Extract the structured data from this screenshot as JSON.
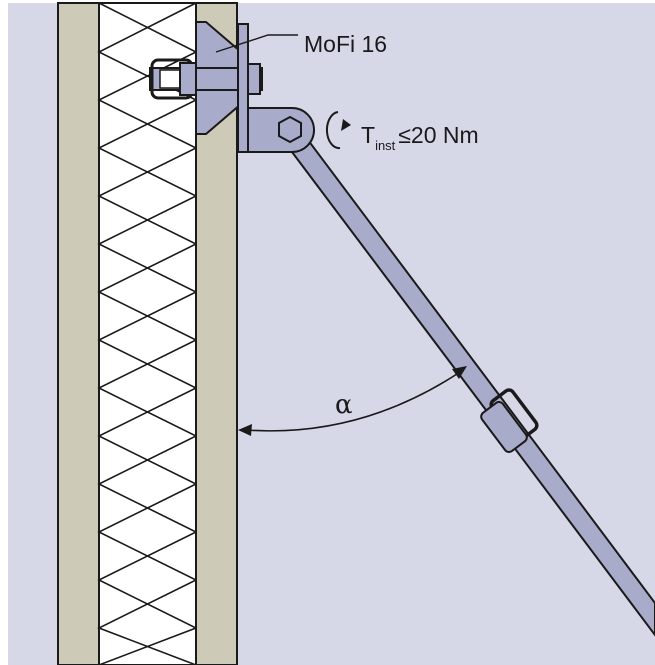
{
  "anchor_label": "MoFi 16",
  "torque": {
    "symbol": "T",
    "subscript": "inst",
    "relation": "≤20 Nm"
  },
  "angle_label": "α",
  "colors": {
    "background": "#d6d8e8",
    "wall_panel": "#cdcab8",
    "insulation": "#ffffff",
    "steel": "#a9abcb",
    "outline": "#1a1a1a"
  }
}
